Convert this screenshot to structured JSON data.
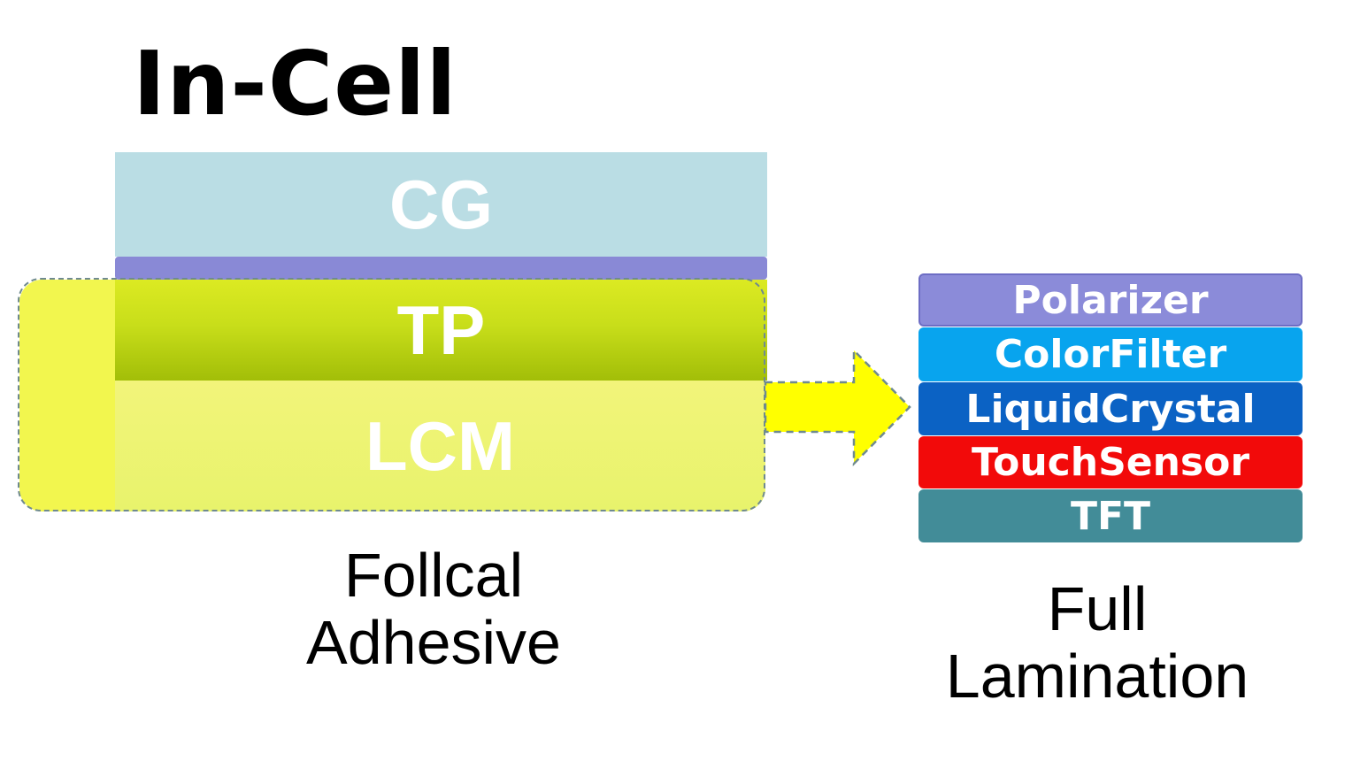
{
  "title": "In-Cell",
  "left_stack": {
    "cg_label": "CG",
    "tp_label": "TP",
    "lcm_label": "LCM",
    "caption_line1": "Follcal",
    "caption_line2": "Adhesive"
  },
  "right_stack": {
    "layers": [
      {
        "label": "Polarizer",
        "color": "#8b8bd9"
      },
      {
        "label": "ColorFilter",
        "color": "#08a4ee"
      },
      {
        "label": "LiquidCrystal",
        "color": "#0b62c4"
      },
      {
        "label": "TouchSensor",
        "color": "#f20a0a"
      },
      {
        "label": "TFT",
        "color": "#428c98"
      }
    ],
    "caption_line1": "Full",
    "caption_line2": "Lamination"
  },
  "colors": {
    "cg": "#badde4",
    "polarizer_strip": "#8989d6",
    "tp": "#c8de1a",
    "lcm": "#eef76a",
    "arrow": "#ffff00"
  }
}
